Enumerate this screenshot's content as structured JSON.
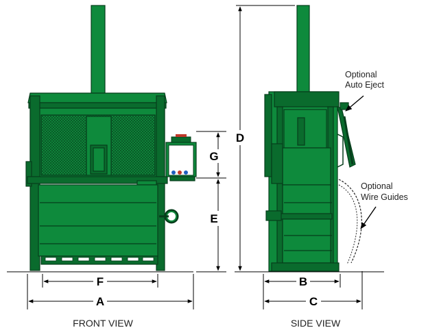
{
  "diagram": {
    "dimension_labels": {
      "a": "A",
      "b": "B",
      "c": "C",
      "d": "D",
      "e": "E",
      "f": "F",
      "g": "G"
    },
    "views": {
      "front": "FRONT VIEW",
      "side": "SIDE VIEW"
    },
    "callouts": {
      "auto_eject_line1": "Optional",
      "auto_eject_line2": "Auto Eject",
      "wire_guides_line1": "Optional",
      "wire_guides_line2": "Wire Guides"
    },
    "colors": {
      "machine_green": "#0e8a3c",
      "machine_dark": "#063d1b"
    }
  }
}
